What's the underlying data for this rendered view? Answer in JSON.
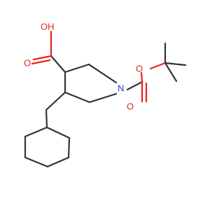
{
  "molecule": {
    "atoms": {
      "hydroxyl": "OH",
      "carbonyl_oxygen_acid": "O",
      "ring_nitrogen": "N",
      "carbonyl_oxygen_boc": "O",
      "ester_oxygen": "O"
    },
    "colors": {
      "bond": "#333333",
      "oxygen": "#e3261d",
      "nitrogen": "#2a3fd6",
      "background": "#ffffff"
    }
  }
}
